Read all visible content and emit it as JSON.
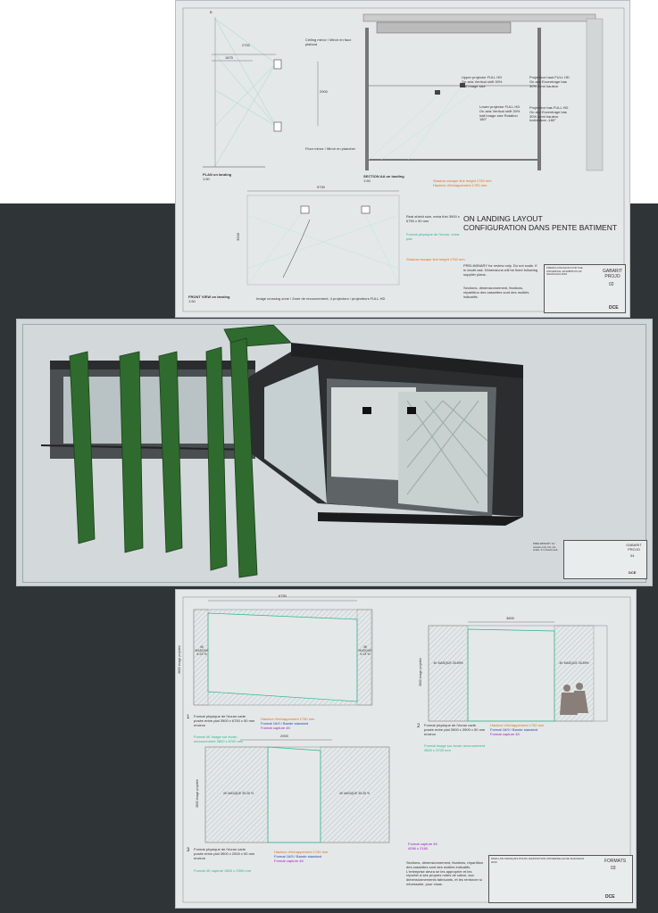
{
  "sheet1": {
    "title_line1": "ON LANDING LAYOUT",
    "title_line2": "CONFIGURATION DANS PENTE BATIMENT",
    "plan_label": "PLAN on landing",
    "plan_scale": "1:50",
    "section_label": "SECTION AA on landing",
    "section_scale": "1:50",
    "front_label": "FRONT VIEW on landing",
    "front_scale": "1:50",
    "dim_2700": "2700",
    "dim_1875": "1875",
    "dim_2900": "2900",
    "dim_5730": "5730",
    "dim_3500": "3500",
    "ceiling_mirror": "Ceiling mirror / Miroir en faux plafond",
    "floor_mirror": "Floor mirror / Miroir en plancher",
    "upper_projector": "Upper projector FULL HD On axis Vertical shift 30% half image size",
    "lower_projector": "Lower projector FULL HD On axis Vertical shift 30% half image size Rotation 180°",
    "projector_haut": "Projecteur haut FULL HD On axe Excentrage bas 30% demi hauteur",
    "projector_bas": "Projecteur bas FULL HD On axe Excentrage bas 30% demi hauteur Inclinaison -180°",
    "shadow_height": "Shadow escape line height 1750 mm",
    "hauteur": "Hauteur d'échappement 1750 mm",
    "real_screen": "Real shield size, extra thin 3900 x 6750 x 50 mm",
    "format_phys": "Format physique de l'écran, extra plat",
    "image_note": "Image crossing zone / Zone de recouvrement, 4 projectors / projecteurs FULL HD",
    "preliminary": "PRELIMINARY for review only. Do not scale. If in doubt ask. Dimensions will be fixed following supplier plans.",
    "sections_note": "Sections, dimensionnement, fixations, répartition des cassettes sont des moitiés indicatifs.",
    "tb_title": "GABARIT PROJO",
    "tb_num": "02",
    "tb_client": "FRENCH PAVILION FOR THE UNIVERSAL EXHIBITION OF SHANGHAI 2010",
    "tb_logo": "DCE"
  },
  "sheet2": {
    "preliminary": "PRELIMINARY for review only. Do not scale. If in doubt ask.",
    "tb_title": "GABARIT PROJO",
    "tb_num": "04",
    "tb_logo": "DCE"
  },
  "sheet3": {
    "dim_6750": "6750",
    "dim_3800": "3800",
    "dim_2900": "2900",
    "masque_1": "4K MASQUE 6.23 %",
    "masque_2": "4K MASQUE 6.23 %",
    "masque_3": "4K MASQUE 26.89%",
    "masque_4": "4K MASQUE 26.89%",
    "masque_5": "4K MASQUE 35.26 %",
    "masque_6": "4K MASQUE 35.26 %",
    "vert_dim_1": "3800 image projetée",
    "vert_dim_2": "3800 image projetée",
    "vert_dim_3": "3800 image projetée",
    "item1_num": "1",
    "item1": "Format physique de l'écran carte posée entre plat 3900 x 6750 x 50 mm environ",
    "item1_teal": "Format 4K image sur écran recouvrement 3800 x 6750 mm",
    "item2_num": "2",
    "item2": "Format physique de l'écran carte posée entre plat 3900 x 3900 x 50 mm environ",
    "item2_teal": "Format image sur écran recouvrement 3800 x 3700 mm",
    "item3_num": "3",
    "item3": "Format physique de l'écran carte posée entre plat 3900 x 2900 x 50 mm environ",
    "item3_teal": "Format 4K capture 3800 x 2900 mm",
    "hauteur": "Hauteur d'échappement 1750 mm",
    "format_16_9": "Format 16/9 / Bande standard",
    "capture_4k": "Format capture 4K",
    "capture_4k_2": "Format capture 4K 4096 x 2160",
    "sections_note": "Sections, dimensionnement, fixations, répartition des cassettes sont des moitiés indicatifs. L'entreprise devra se les approprier et les reporter à ses propres notes de calcul, aux dimensionnements fabricants, et les renforcer si nécessaire, pour visas.",
    "tb_client": "PAVILLON FRANÇAIS POUR L'EXPOSITION UNIVERSELLE DE SHANGHAI 2010",
    "tb_title": "FORMATS",
    "tb_num": "03",
    "tb_logo": "DCE"
  },
  "colors": {
    "teal": "#2fb58a",
    "orange": "#e07020",
    "blue": "#2a3fb0",
    "purple": "#a020c0",
    "background": "#2f3437"
  }
}
